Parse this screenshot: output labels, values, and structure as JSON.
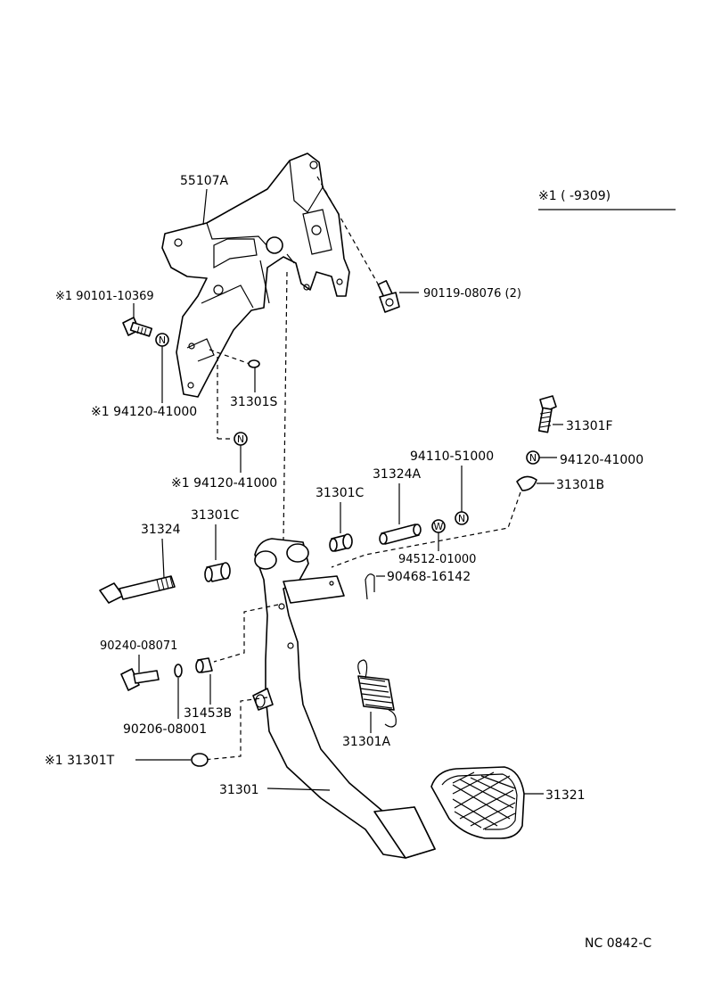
{
  "labels": {
    "bracket": "55107A",
    "bolt_top_left": "※1 90101-10369",
    "bolt_right": "90119-08076 (2)",
    "nut_left": "※1 94120-41000",
    "pin_small": "31301S",
    "nut_mid": "※1 94120-41000",
    "stopper_bolt": "31301F",
    "nut_right_top": "94110-51000",
    "nut_right": "94120-41000",
    "cushion": "31301B",
    "collar": "31324A",
    "bush_right": "31301C",
    "bush_left": "31301C",
    "shaft_bolt": "31324",
    "washer": "94512-01000",
    "clip": "90468-16142",
    "pin_bolt": "90240-08071",
    "bush_small": "31453B",
    "washer_small": "90206-08001",
    "spring": "31301A",
    "pedal_stop": "※1 31301T",
    "pedal": "31301",
    "pedal_pad": "31321",
    "legend": "※1 (        -9309)",
    "code": "NC 0842-C"
  },
  "symbols": {
    "nut": "N",
    "washer": "W"
  }
}
